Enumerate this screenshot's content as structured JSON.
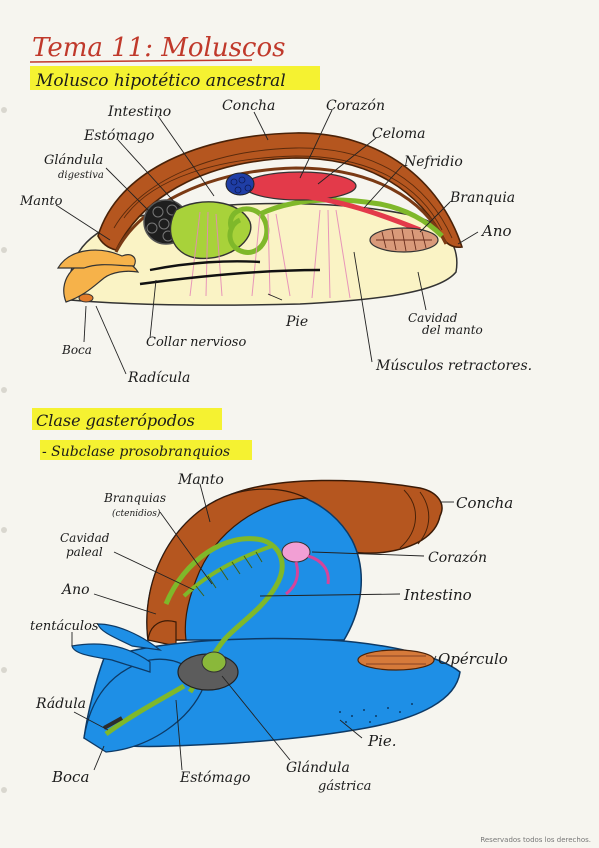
{
  "page_title": "Tema 11: Moluscos",
  "section1": {
    "title": "Molusco hipotético ancestral",
    "labels": {
      "intestino": "Intestino",
      "concha": "Concha",
      "corazon": "Corazón",
      "estomago": "Estómago",
      "celoma": "Celoma",
      "glandula_1": "Glándula",
      "glandula_2": "digestiva",
      "nefridio": "Nefridio",
      "manto": "Manto",
      "branquia": "Branquia",
      "ano": "Ano",
      "cavidad_1": "Cavidad",
      "cavidad_2": "del manto",
      "pie": "Pie",
      "collar": "Collar nervioso",
      "boca": "Boca",
      "musculos": "Músculos retractores.",
      "radicula": "Radícula"
    }
  },
  "section2": {
    "title": "Clase gasterópodos",
    "subtitle": "- Subclase prosobranquios",
    "labels": {
      "manto": "Manto",
      "branquias_1": "Branquias",
      "branquias_2": "(ctenidios)",
      "concha": "Concha",
      "cavidad_1": "Cavidad",
      "cavidad_2": "paleal",
      "corazon": "Corazón",
      "ano": "Ano",
      "intestino": "Intestino",
      "tentaculos": "tentáculos",
      "operculo": "Opérculo",
      "radula": "Rádula",
      "pie": "Pie.",
      "boca": "Boca",
      "estomago": "Estómago",
      "glandula_1": "Glándula",
      "glandula_2": "gástrica"
    }
  },
  "footer": "Reservados todos los derechos."
}
